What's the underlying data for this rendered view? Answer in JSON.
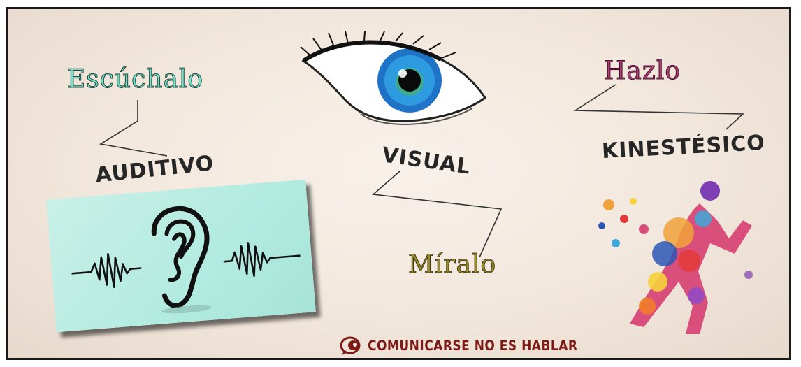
{
  "auditory": {
    "action": "Escúchalo",
    "label": "AUDITIVO",
    "action_color": "#6fe2c9"
  },
  "visual": {
    "action": "Míralo",
    "label": "VISUAL",
    "action_color": "#9a8b24"
  },
  "kinesthetic": {
    "action": "Hazlo",
    "label": "KINESTÉSICO",
    "action_color": "#b43c78"
  },
  "footer": {
    "text": "COMUNICARSE NO ES HABLAR",
    "logo_icon": "speech-bubble-logo-icon",
    "color": "#7e1a16"
  },
  "icons": {
    "ear": "ear-icon",
    "eye": "eye-icon",
    "runner": "running-person-icon"
  }
}
